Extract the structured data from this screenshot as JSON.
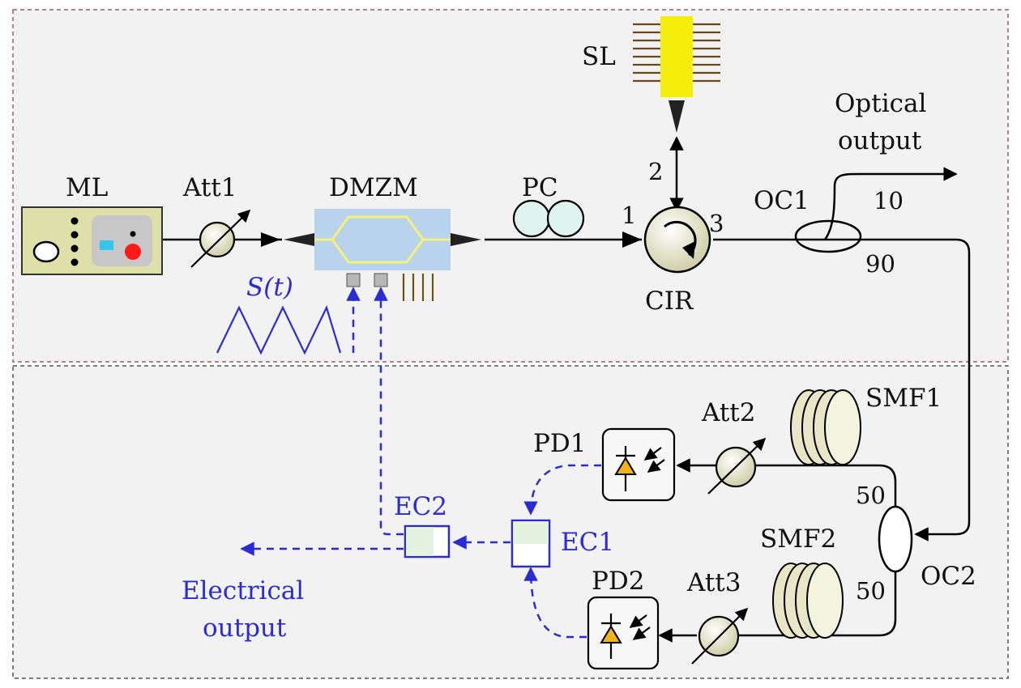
{
  "labels": {
    "ml": "ML",
    "att1": "Att1",
    "dmzm": "DMZM",
    "pc": "PC",
    "sl": "SL",
    "port1": "1",
    "port2": "2",
    "port3": "3",
    "cir": "CIR",
    "optical_output_line1": "Optical",
    "optical_output_line2": "output",
    "oc1": "OC1",
    "oc1_ratio_10": "10",
    "oc1_ratio_90": "90",
    "signal": "S(t)",
    "att2": "Att2",
    "smf1": "SMF1",
    "pd1": "PD1",
    "ec1": "EC1",
    "ec2": "EC2",
    "oc2": "OC2",
    "oc2_ratio_top": "50",
    "oc2_ratio_bottom": "50",
    "smf2": "SMF2",
    "att3": "Att3",
    "pd2": "PD2",
    "electrical_output_line1": "Electrical",
    "electrical_output_line2": "output"
  },
  "colors": {
    "optical_path": "#000000",
    "electrical_path": "#2b2bd6",
    "panel_background": "#f3f2f3",
    "sl_body": "#f5ee0a",
    "dmzm_body": "#b9d3ec",
    "dmzm_waveguide": "#f4f07a",
    "pc_paddle": "#dff4ee",
    "fiber_spool": "#e8e6c6",
    "photodiode": "#f2b21a",
    "ml_body": "#dde0a9",
    "ml_screen": "#c7c7c7",
    "ml_red_led": "#ff1a1a",
    "ml_cyan_led": "#35c6ee",
    "coupler_fill": "#e3f3df"
  }
}
